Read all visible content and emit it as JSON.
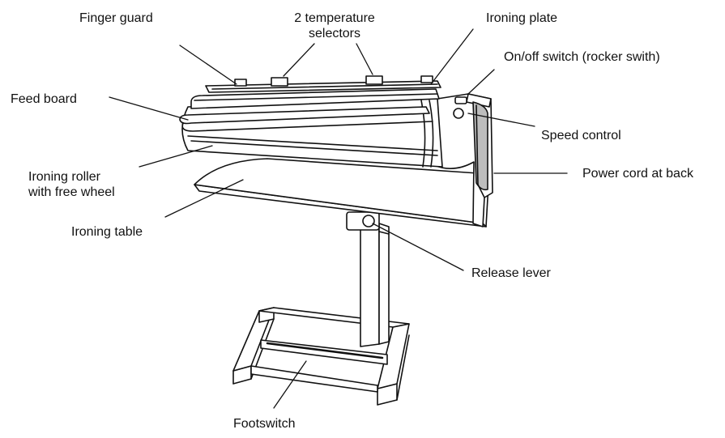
{
  "diagram": {
    "colors": {
      "ink": "#111111",
      "paper": "#ffffff",
      "shade": "#bdbdbd",
      "dark": "#222222"
    },
    "labels": {
      "finger_guard": "Finger guard",
      "temperature_selectors_line1": "2 temperature",
      "temperature_selectors_line2": "selectors",
      "ironing_plate": "Ironing plate",
      "on_off_switch": "On/off switch (rocker swith)",
      "feed_board": "Feed board",
      "speed_control": "Speed control",
      "ironing_roller_line1": "Ironing roller",
      "ironing_roller_line2": "with free wheel",
      "power_cord": "Power cord at back",
      "ironing_table": "Ironing table",
      "release_lever": "Release lever",
      "footswitch": "Footswitch"
    }
  }
}
